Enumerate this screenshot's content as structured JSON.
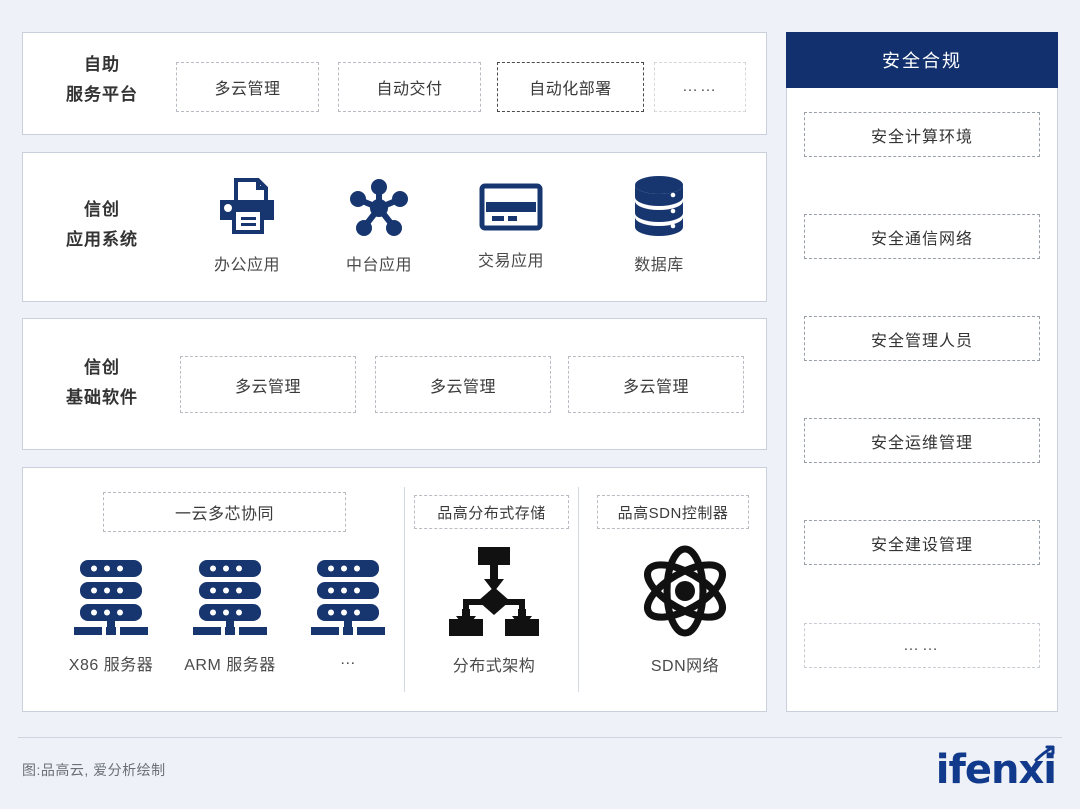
{
  "diagram": {
    "title_caption": "图:品高云, 爱分析绘制",
    "brand": "ifenxi",
    "colors": {
      "navy": "#12306e",
      "icon_navy": "#17366f",
      "icon_black": "#111111",
      "page_bg": "#eef1f7",
      "panel_border": "#c9cfdb"
    },
    "rows": [
      {
        "label_line1": "自助",
        "label_line2": "服务平台",
        "items": [
          {
            "text": "多云管理",
            "style": "dashed"
          },
          {
            "text": "自动交付",
            "style": "dashed"
          },
          {
            "text": "自动化部署",
            "style": "dashed-dark"
          },
          {
            "text": "……",
            "style": "dashed-faint"
          }
        ]
      },
      {
        "label_line1": "信创",
        "label_line2": "应用系统",
        "items": [
          {
            "text": "办公应用",
            "icon": "printer-icon"
          },
          {
            "text": "中台应用",
            "icon": "hub-network-icon"
          },
          {
            "text": "交易应用",
            "icon": "credit-card-icon"
          },
          {
            "text": "数据库",
            "icon": "database-icon"
          }
        ]
      },
      {
        "label_line1": "信创",
        "label_line2": "基础软件",
        "items": [
          {
            "text": "多云管理",
            "style": "dashed"
          },
          {
            "text": "多云管理",
            "style": "dashed"
          },
          {
            "text": "多云管理",
            "style": "dashed"
          }
        ]
      },
      {
        "label_line1": "",
        "label_line2": "",
        "group_tags": [
          {
            "text": "一云多芯协同"
          },
          {
            "text": "品高分布式存储"
          },
          {
            "text": "品高SDN控制器"
          }
        ],
        "items": [
          {
            "text": "X86 服务器",
            "icon": "server-rack-icon"
          },
          {
            "text": "ARM 服务器",
            "icon": "server-rack-icon"
          },
          {
            "text": "…",
            "icon": "server-rack-icon"
          },
          {
            "text": "分布式架构",
            "icon": "flowchart-icon"
          },
          {
            "text": "SDN网络",
            "icon": "atom-icon"
          }
        ]
      }
    ],
    "security": {
      "header": "安全合规",
      "items": [
        {
          "text": "安全计算环境",
          "style": "dashed"
        },
        {
          "text": "安全通信网络",
          "style": "dashed"
        },
        {
          "text": "安全管理人员",
          "style": "dashed"
        },
        {
          "text": "安全运维管理",
          "style": "dashed"
        },
        {
          "text": "安全建设管理",
          "style": "dashed"
        },
        {
          "text": "……",
          "style": "dashed-faint"
        }
      ]
    }
  }
}
